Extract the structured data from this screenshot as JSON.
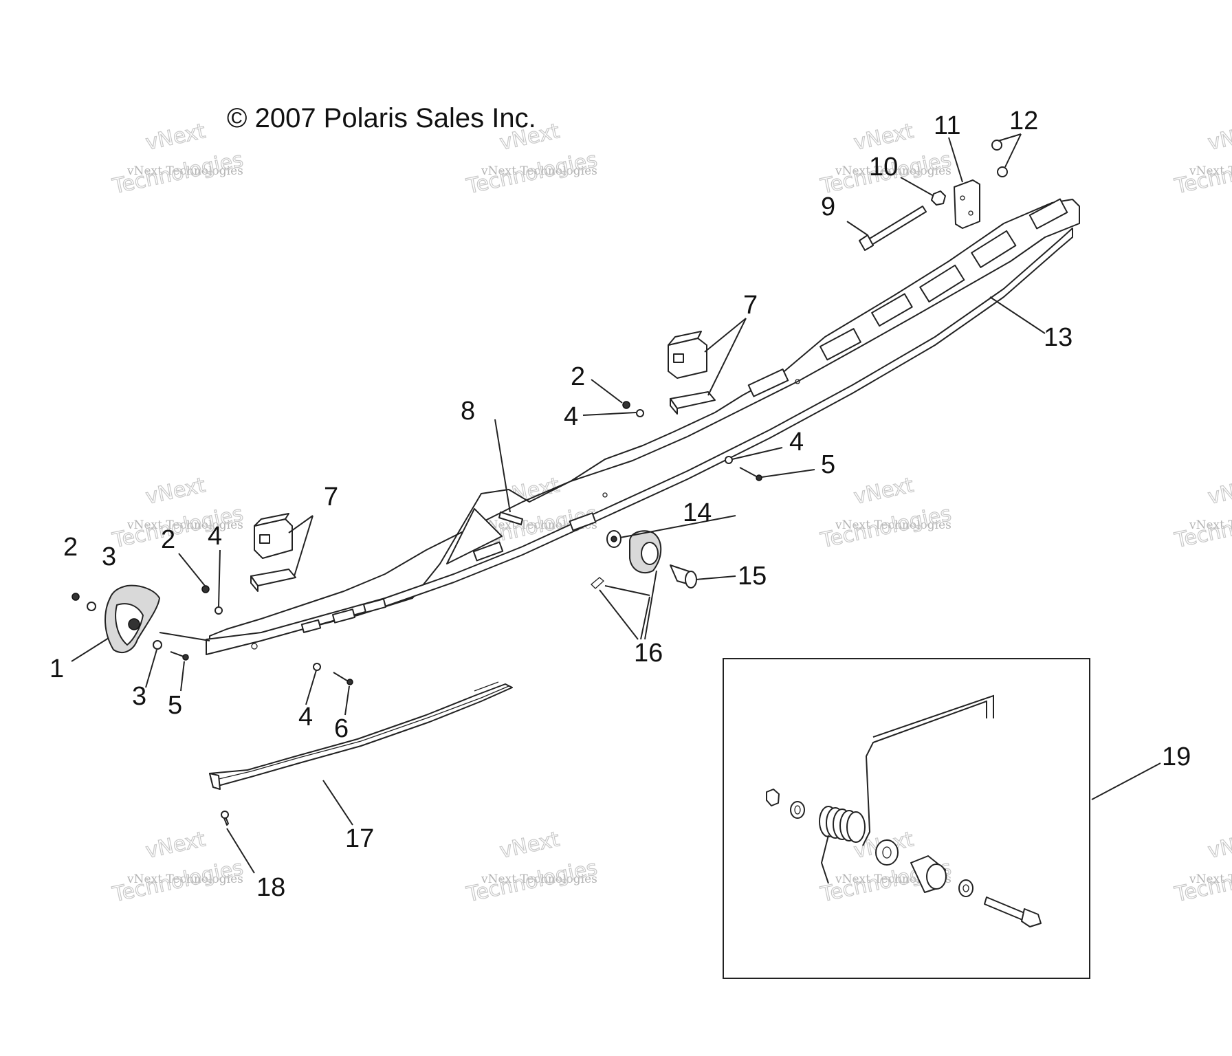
{
  "copyright": "© 2007 Polaris Sales Inc.",
  "watermark": {
    "line1": "vNext Technologies",
    "line2": "vNext",
    "line3": "Technologies"
  },
  "callouts": {
    "c1": "1",
    "c2a": "2",
    "c2b": "2",
    "c2c": "2",
    "c3a": "3",
    "c3b": "3",
    "c4a": "4",
    "c4b": "4",
    "c4c": "4",
    "c4d": "4",
    "c5a": "5",
    "c5b": "5",
    "c6": "6",
    "c7a": "7",
    "c7b": "7",
    "c8": "8",
    "c9": "9",
    "c10": "10",
    "c11": "11",
    "c12": "12",
    "c13": "13",
    "c14": "14",
    "c15": "15",
    "c16": "16",
    "c17": "17",
    "c18": "18",
    "c19": "19"
  }
}
